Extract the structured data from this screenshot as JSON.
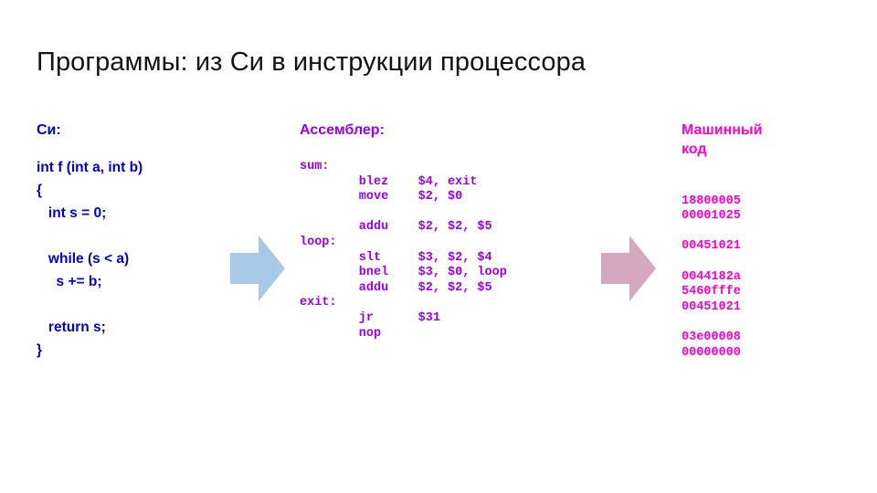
{
  "slide": {
    "title": "Программы: из Си в инструкции процессора",
    "background_color": "#FFFFFF",
    "title_color": "#131313"
  },
  "columns": {
    "c": {
      "heading": "Си:",
      "color": "#0000CC",
      "lines": [
        "int f (int a, int b)",
        "{",
        "   int s = 0;",
        "",
        "   while (s < a)",
        "     s += b;",
        "",
        "   return s;",
        "}"
      ]
    },
    "assembler": {
      "heading": "Ассемблер:",
      "color": "#9900EE",
      "lines": [
        "sum:",
        "        blez    $4, exit",
        "        move    $2, $0",
        "",
        "        addu    $2, $2, $5",
        "loop:",
        "        slt     $3, $2, $4",
        "        bnel    $3, $0, loop",
        "        addu    $2, $2, $5",
        "exit:",
        "        jr      $31",
        "        nop"
      ],
      "labels": [
        "sum:",
        "loop:",
        "exit:"
      ],
      "instructions": [
        {
          "mnemonic": "blez",
          "operands": "$4, exit"
        },
        {
          "mnemonic": "move",
          "operands": "$2, $0"
        },
        {
          "mnemonic": "addu",
          "operands": "$2, $2, $5"
        },
        {
          "mnemonic": "slt",
          "operands": "$3, $2, $4"
        },
        {
          "mnemonic": "bnel",
          "operands": "$3, $0, loop"
        },
        {
          "mnemonic": "addu",
          "operands": "$2, $2, $5"
        },
        {
          "mnemonic": "jr",
          "operands": "$31"
        },
        {
          "mnemonic": "nop",
          "operands": ""
        }
      ]
    },
    "machine_code": {
      "heading": "Машинный\nкод",
      "color": "#FF00CC",
      "lines": [
        "",
        "18800005",
        "00001025",
        "",
        "00451021",
        "",
        "0044182a",
        "5460fffe",
        "00451021",
        "",
        "03e00008",
        "00000000"
      ],
      "words": [
        "18800005",
        "00001025",
        "00451021",
        "0044182a",
        "5460fffe",
        "00451021",
        "03e00008",
        "00000000"
      ]
    }
  },
  "arrows": [
    {
      "name": "c-to-assembler",
      "color": "#A8C8E8",
      "direction": "right"
    },
    {
      "name": "assembler-to-machine-code",
      "color": "#D6A8C0",
      "direction": "right"
    }
  ]
}
